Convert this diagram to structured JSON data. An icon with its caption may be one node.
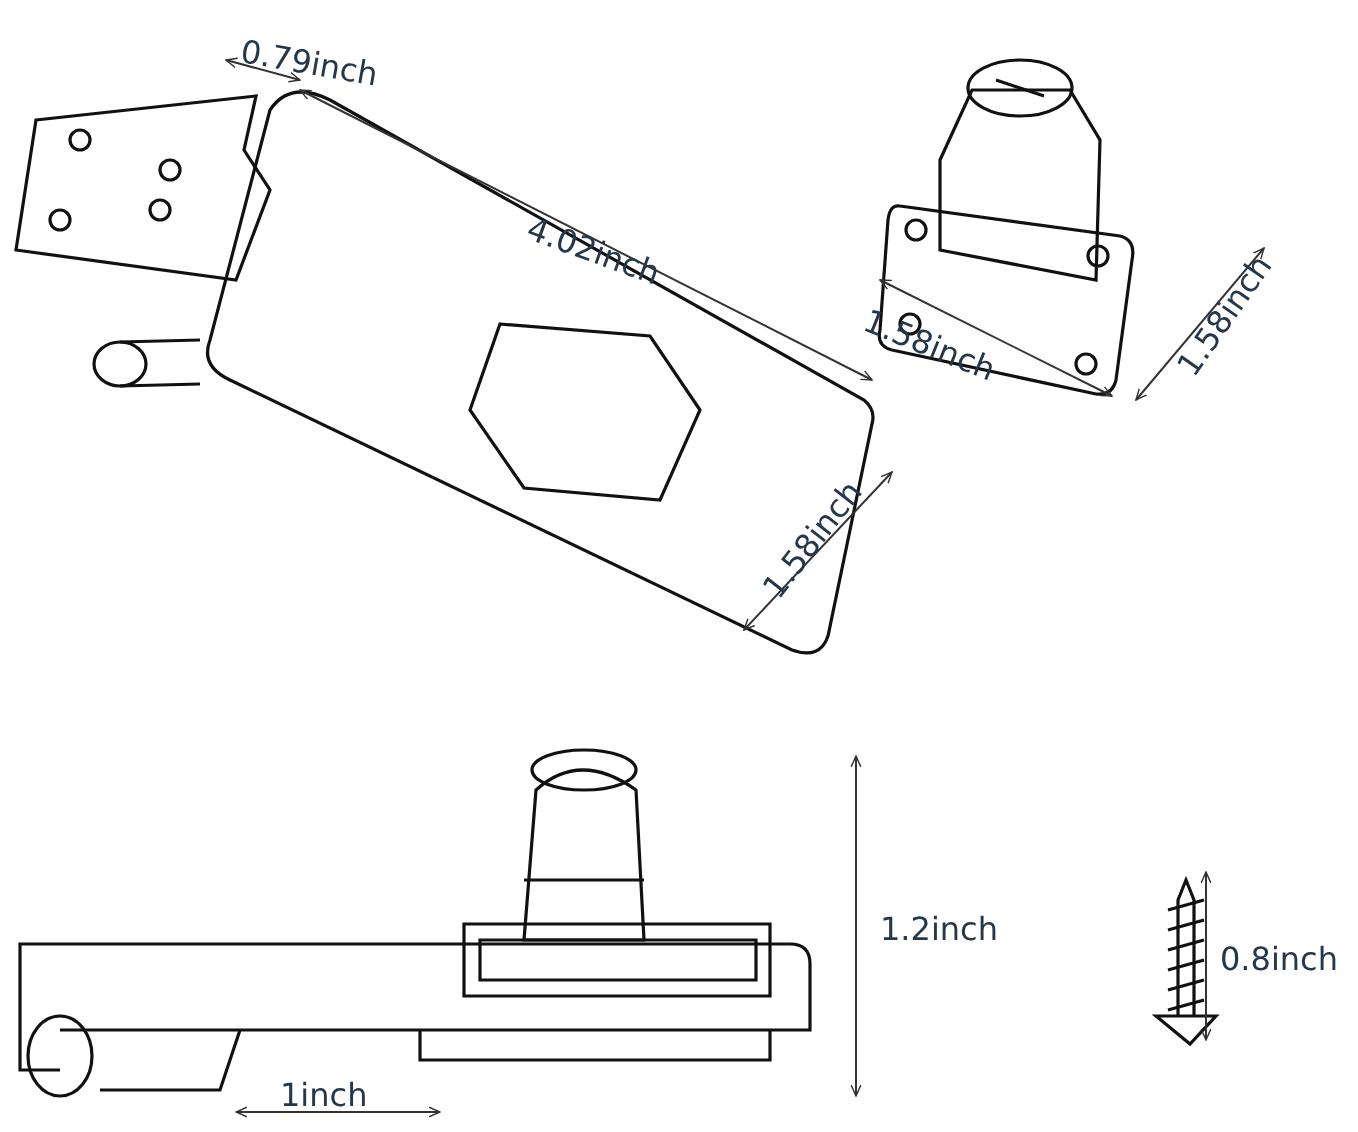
{
  "diagram": {
    "labels": [
      "0.79inch",
      "4.02inch",
      "1.58inch",
      "1.58inch",
      "1.58inch",
      "1.2inch",
      "0.8inch",
      "1inch"
    ]
  }
}
